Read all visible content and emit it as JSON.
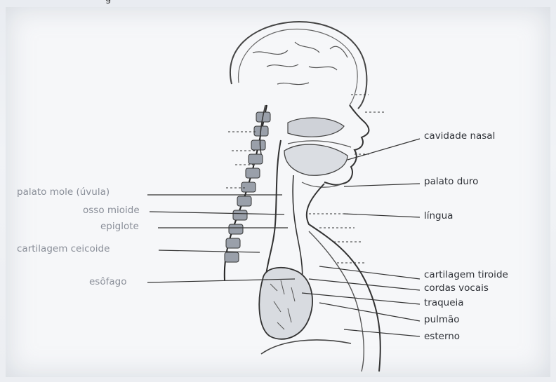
{
  "caption_fragment": "g",
  "labels_left": {
    "palato_mole": "palato mole (úvula)",
    "osso_hioide": "osso mioide",
    "epiglote": "epiglote",
    "cartilagem_cricoide": "cartilagem ceicoide",
    "esofago": "esôfago"
  },
  "labels_right": {
    "cavidade_nasal": "cavidade nasal",
    "palato_duro": "palato duro",
    "lingua": "língua",
    "cartilagem_tiroide": "cartilagem tiroide",
    "cordas_vocais": "cordas vocais",
    "traqueia": "traqueia",
    "pulmao": "pulmão",
    "esterno": "esterno"
  }
}
